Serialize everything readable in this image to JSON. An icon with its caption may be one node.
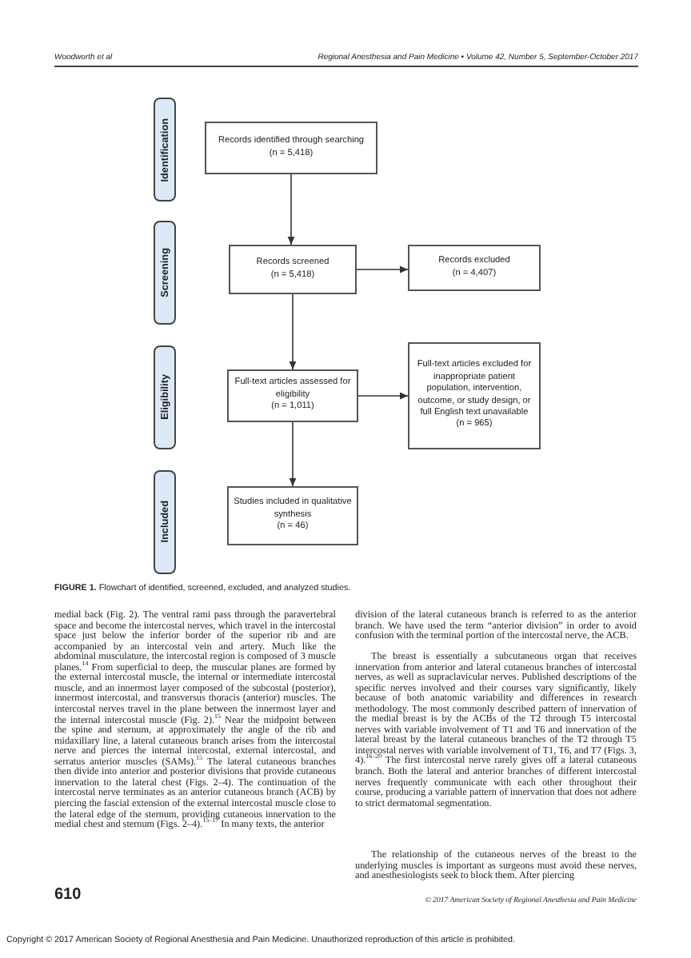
{
  "diagram": {
    "caption": "**FIGURE 1.** Flowchart of identified, screened, excluded, and analyzed studies.",
    "nodes": [
      {
        "text": [
          "Identification"
        ]
      },
      {
        "text": [
          "Screening"
        ]
      },
      {
        "text": [
          "Eligibility"
        ]
      },
      {
        "text": [
          "Included"
        ]
      },
      {
        "text": [
          "Records identified through searching",
          "(n = 5,418)"
        ]
      },
      {
        "text": [
          "Records screened",
          "(n = 5,418)"
        ]
      },
      {
        "text": [
          "Records excluded",
          "(n = 4,407)"
        ]
      },
      {
        "text": [
          "Full-text articles assessed for eligibility",
          "(n = 1,011)"
        ]
      },
      {
        "text": [
          "Full-text articles excluded for inappropriate patient population, intervention, outcome, or study design, or full English text unavailable",
          "(n = 965)"
        ]
      },
      {
        "text": [
          "Studies included in qualitative synthesis",
          "(n = 46)"
        ]
      }
    ],
    "edges": [
      {
        "from": 4,
        "to": 5,
        "arrow": "to"
      },
      {
        "from": 5,
        "to": 6,
        "arrow": "to"
      },
      {
        "from": 5,
        "to": 7,
        "arrow": "to"
      },
      {
        "from": 7,
        "to": 8,
        "arrow": "to"
      },
      {
        "from": 7,
        "to": 9,
        "arrow": "to"
      }
    ],
    "labels": [
      "Woodworth et al",
      "Regional Anesthesia and Pain Medicine • Volume 42, Number 5, September-October 2017",
      "medial back (Fig. 2). The ventral rami pass through the paravertebral space and become the intercostal nerves, which travel in the intercostal space just below the inferior border of the superior rib and are accompanied by an intercostal vein and artery. Much like the abdominal musculature, the intercostal region is composed of 3 muscle planes.$^{14}$ From superficial to deep, the muscular planes are formed by the external intercostal muscle, the internal or intermediate intercostal muscle, and an innermost layer composed of the subcostal (posterior), innermost intercostal, and transversus thoracis (anterior) muscles. The intercostal nerves travel in the plane between the innermost layer and the internal intercostal muscle (Fig. 2).$^{15}$ Near the midpoint between the spine and sternum, at approximately the angle of the rib and midaxillary line, a lateral cutaneous branch arises from the intercostal nerve and pierces the internal intercostal, external intercostal, and serratus anterior muscles (SAMs).$^{15}$ The lateral cutaneous branches then divide into anterior and posterior divisions that provide cutaneous innervation to the lateral chest (Figs. 2–4). The continuation of the intercostal nerve terminates as an anterior cutaneous branch (ACB) by piercing the fascial extension of the external intercostal muscle close to the lateral edge of the sternum, providing cutaneous innervation to the medial chest and sternum (Figs. 2–4).$^{15–17}$ In many texts, the anterior",
      "division of the lateral cutaneous branch is referred to as the anterior branch. We have used the term “anterior division” in order to avoid confusion with the terminal portion of the intercostal nerve, the ACB.",
      "The breast is essentially a subcutaneous organ that receives innervation from anterior and lateral cutaneous branches of intercostal nerves, as well as supraclavicular nerves. Published descriptions of the specific nerves involved and their courses vary significantly, likely because of both anatomic variability and differences in research methodology. The most commonly described pattern of innervation of the medial breast is by the ACBs of the T2 through T5 intercostal nerves with variable involvement of T1 and T6 and innervation of the lateral breast by the lateral cutaneous branches of the T2 through T5 intercostal nerves with variable involvement of T1, T6, and T7 (Figs. 3, 4).$^{16–20}$ The first intercostal nerve rarely gives off a lateral cutaneous branch. Both the lateral and anterior branches of different intercostal nerves frequently communicate with each other throughout their course, producing a variable pattern of innervation that does not adhere to strict dermatomal segmentation.",
      "The relationship of the cutaneous nerves of the breast to the underlying muscles is important as surgeons must avoid these nerves, and anesthesiologists seek to block them. After piercing",
      "610",
      "© 2017 American Society of Regional Anesthesia and Pain Medicine",
      "Copyright © 2017 American Society of Regional Anesthesia and Pain Medicine. Unauthorized reproduction of this article is prohibited."
    ]
  }
}
